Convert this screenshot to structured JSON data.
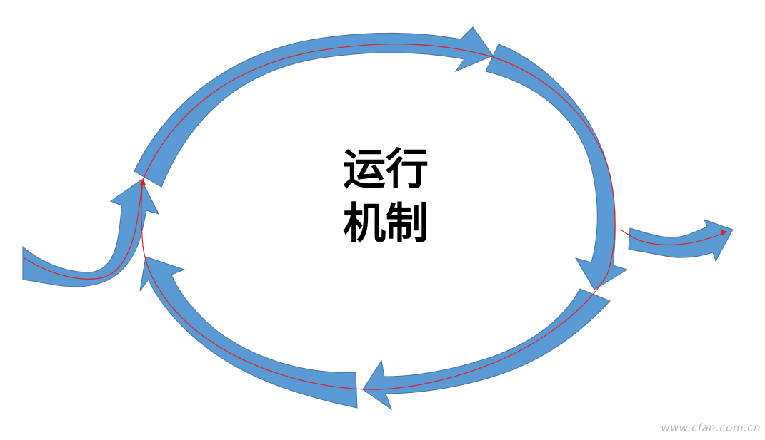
{
  "diagram": {
    "center_label_line1": "运行",
    "center_label_line2": "机制",
    "arrow_color": "#5b9bd5",
    "arrow_outline_color": "#41719c",
    "flow_line_color": "#e02020",
    "arrow_count": 6
  },
  "watermark": {
    "text": "www.cfan.com.cn"
  }
}
